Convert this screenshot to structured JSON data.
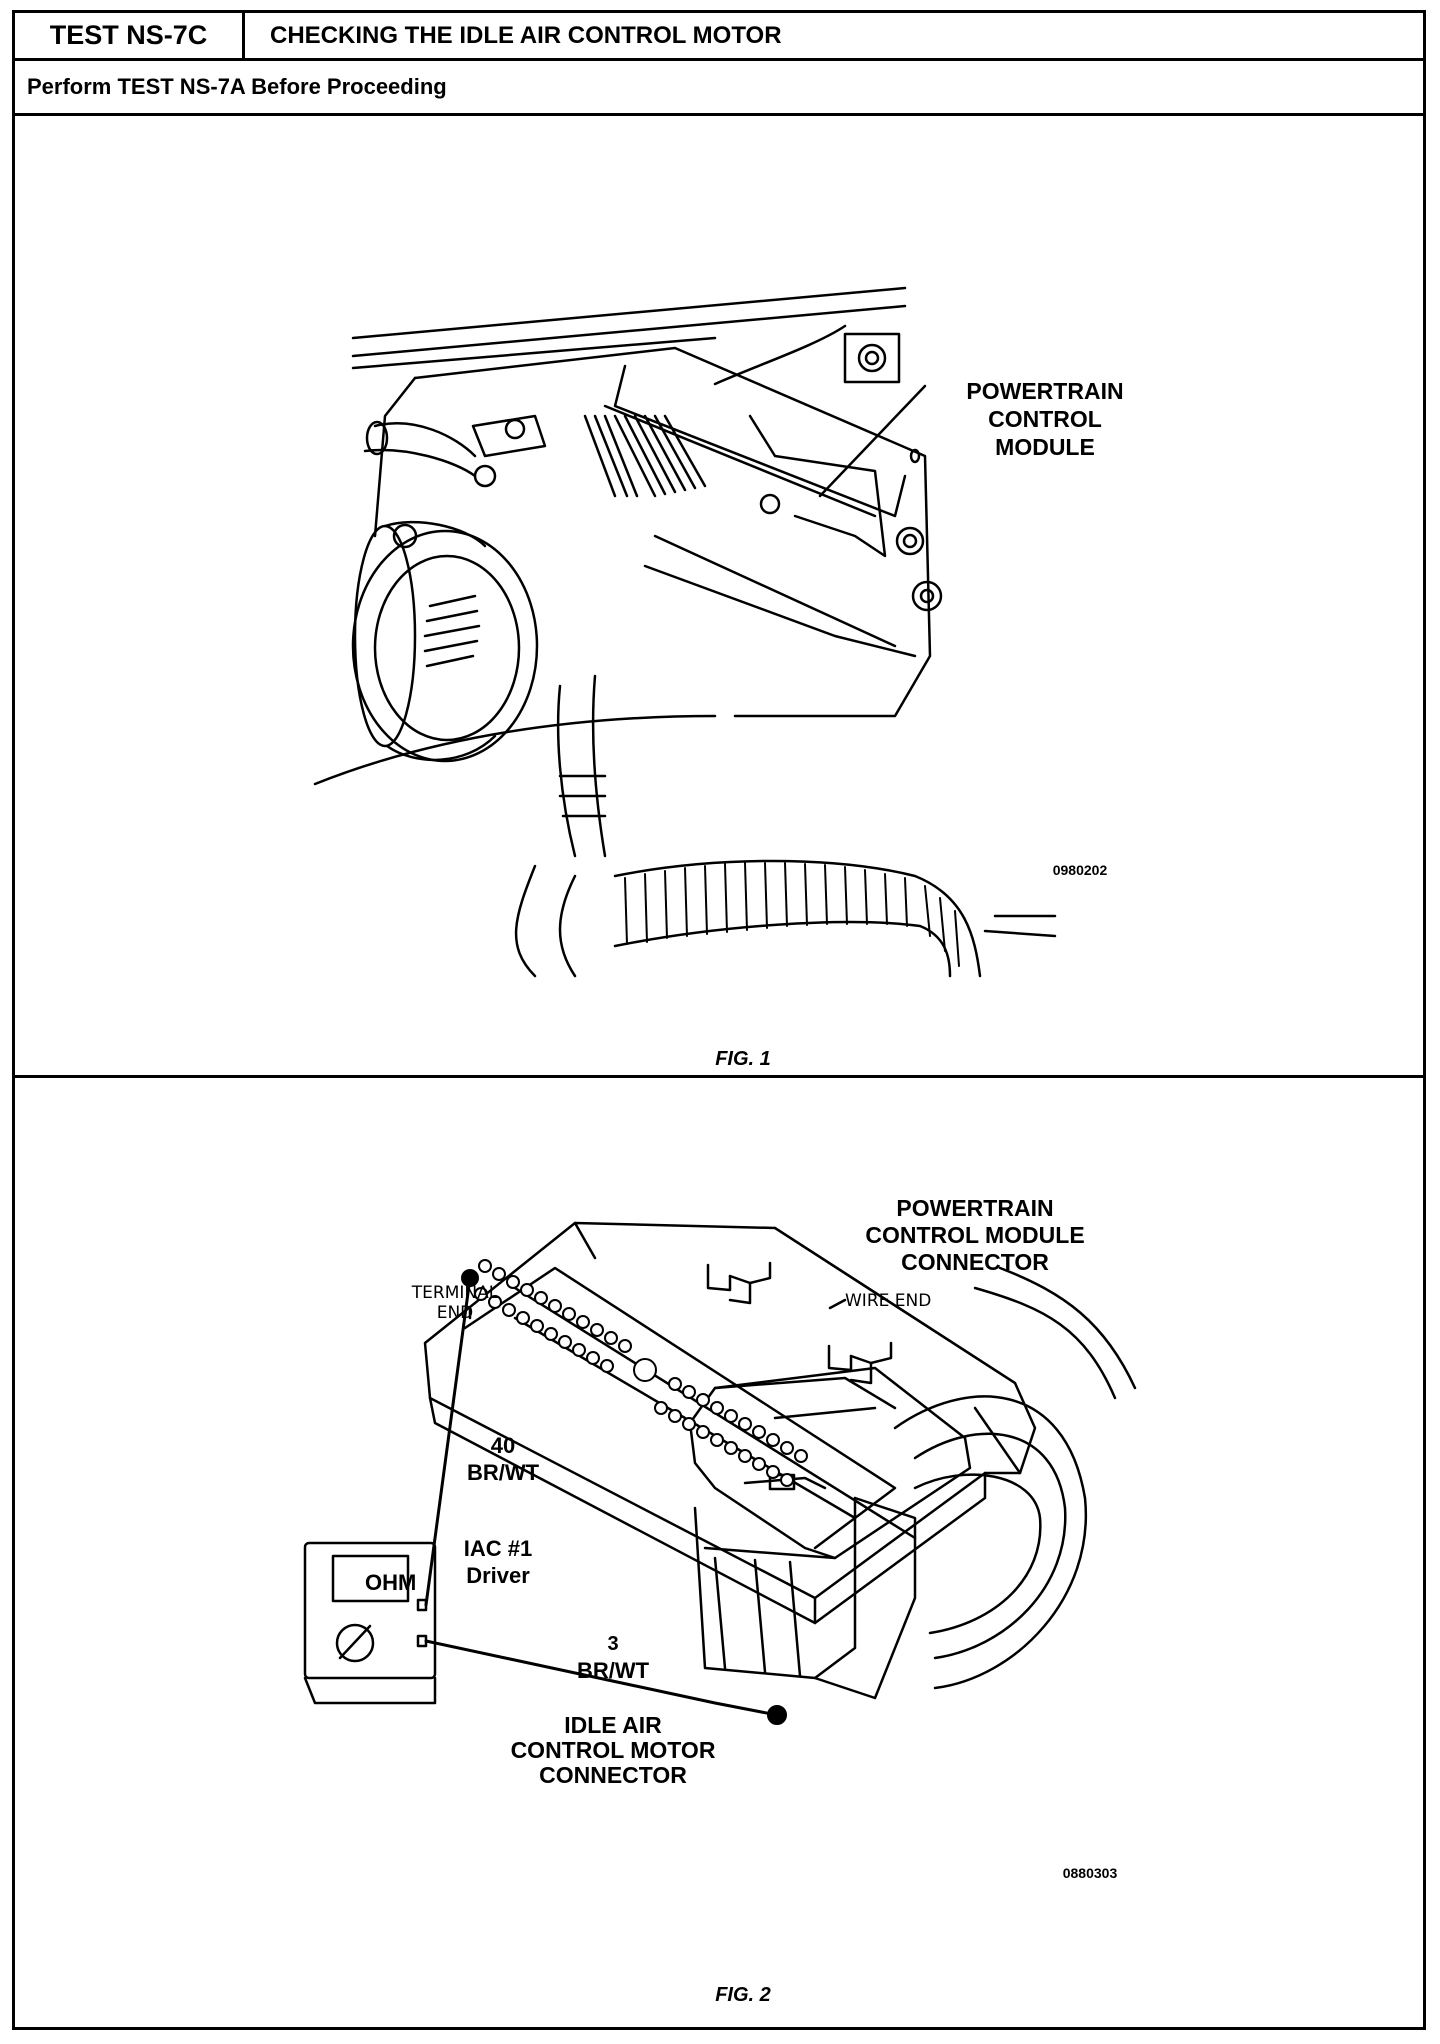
{
  "header": {
    "test_id": "TEST NS-7C",
    "title": "CHECKING THE IDLE AIR CONTROL MOTOR",
    "subtitle": "Perform TEST NS-7A Before Proceeding"
  },
  "figure1": {
    "label_line1": "POWERTRAIN",
    "label_line2": "CONTROL",
    "label_line3": "MODULE",
    "ref_code": "0980202",
    "caption": "FIG. 1"
  },
  "figure2": {
    "pcm_line1": "POWERTRAIN",
    "pcm_line2": "CONTROL MODULE",
    "pcm_line3": "CONNECTOR",
    "terminal_end_1": "TERMINAL",
    "terminal_end_2": "END",
    "wire_end": "WIRE END",
    "pin40_num": "40",
    "pin40_color": "BR/WT",
    "iac_line1": "IAC #1",
    "iac_line2": "Driver",
    "pin3_num": "3",
    "pin3_color": "BR/WT",
    "iac_conn_line1": "IDLE AIR",
    "iac_conn_line2": "CONTROL MOTOR",
    "iac_conn_line3": "CONNECTOR",
    "meter_display": "OHM",
    "ref_code": "0880303",
    "caption": "FIG. 2"
  }
}
